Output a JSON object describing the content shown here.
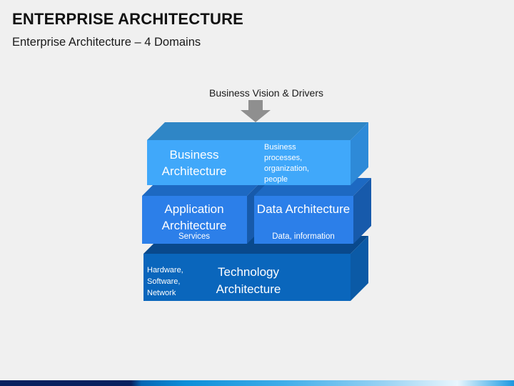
{
  "slide": {
    "title": "ENTERPRISE ARCHITECTURE",
    "subtitle": "Enterprise Architecture – 4 Domains",
    "background": "#F0F0F0"
  },
  "diagram": {
    "arrow": {
      "label": "Business Vision & Drivers",
      "color": "#8F8F8F"
    },
    "blocks": {
      "business": {
        "title": "Business Architecture",
        "detail": "Business processes, organization, people",
        "front": "#40A8FA",
        "top": "#2F86C6",
        "side": "#2E8AD8"
      },
      "application": {
        "title": "Application Architecture",
        "detail": "Services",
        "front": "#2C7FE9",
        "top": "#1D69C2",
        "side": "#175AAB"
      },
      "data": {
        "title": "Data Architecture",
        "detail": "Data, information",
        "front": "#2C7FE9",
        "top": "#1D69C2",
        "side": "#175AAB"
      },
      "technology": {
        "title": "Technology Architecture",
        "detail": "Hardware, Software, Network",
        "front": "#0A66BC",
        "top": "#09498C",
        "side": "#0B5AA6"
      }
    }
  },
  "footer": {
    "accent_navy": "#081F5E",
    "accent_blue": "#1E97DF",
    "accent_light": "#E9F6FD"
  }
}
